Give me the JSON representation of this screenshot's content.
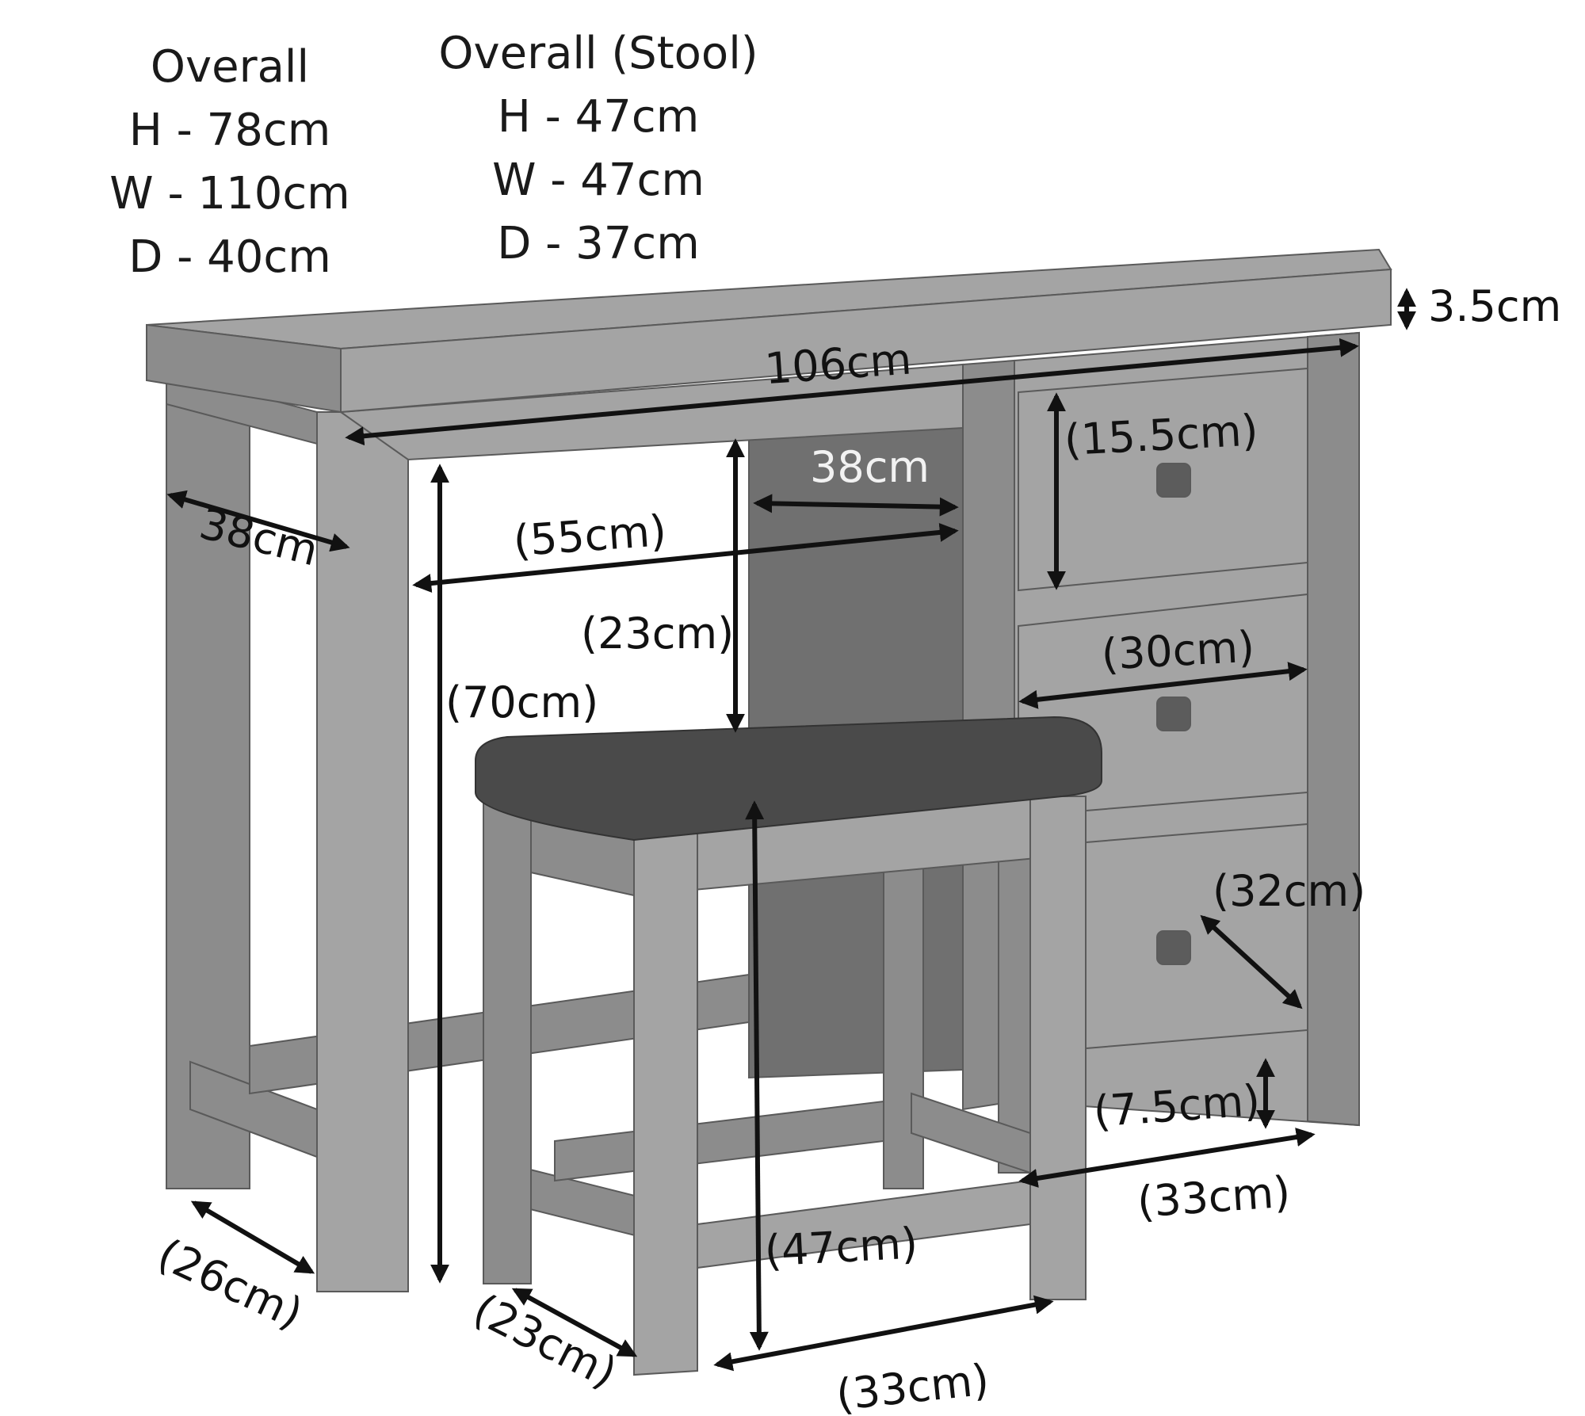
{
  "desk_overall": {
    "title": "Overall",
    "height": "H - 78cm",
    "width": "W - 110cm",
    "depth": "D - 40cm"
  },
  "stool_overall": {
    "title": "Overall (Stool)",
    "height": "H - 47cm",
    "width": "W - 47cm",
    "depth": "D - 37cm"
  },
  "dimensions": {
    "top_thickness": "3.5cm",
    "top_width": "106cm",
    "drawer_height": "(15.5cm)",
    "side_depth": "38cm",
    "recess_depth": "38cm",
    "knee_width": "(55cm)",
    "knee_gap": "(23cm)",
    "knee_height": "(70cm)",
    "drawer_width": "(30cm)",
    "drawer_depth": "(32cm)",
    "plinth_height": "(7.5cm)",
    "pedestal_width": "(33cm)",
    "leg_depth": "(26cm)",
    "stool_height": "(47cm)",
    "stool_depth": "(23cm)",
    "stool_width": "(33cm)"
  },
  "colors": {
    "wood_light": "#a4a4a4",
    "wood_mid": "#8c8c8c",
    "wood_dark": "#707070",
    "seat": "#4a4a4a",
    "ink": "#111111"
  }
}
